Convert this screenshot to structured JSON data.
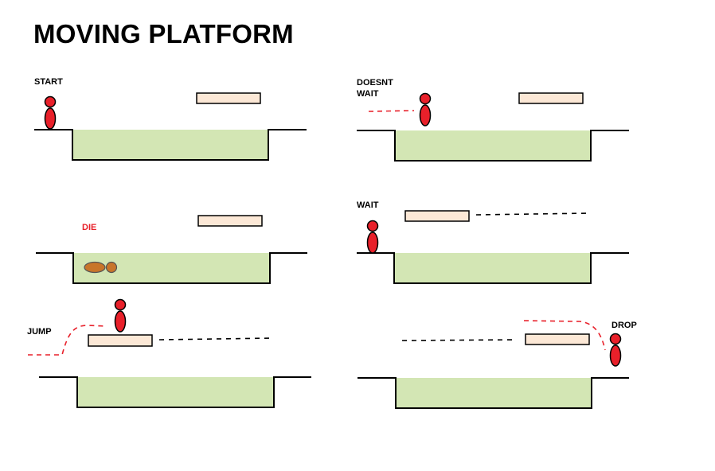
{
  "title": "MOVING PLATFORM",
  "panels": [
    {
      "id": "start",
      "label": "START",
      "label_color": "#000000"
    },
    {
      "id": "doesnt-wait",
      "label": "DOESNT\nWAIT",
      "label_color": "#000000"
    },
    {
      "id": "die",
      "label": "DIE",
      "label_color": "#e8202a"
    },
    {
      "id": "wait",
      "label": "WAIT",
      "label_color": "#000000"
    },
    {
      "id": "jump",
      "label": "JUMP",
      "label_color": "#000000"
    },
    {
      "id": "drop",
      "label": "DROP",
      "label_color": "#000000"
    }
  ],
  "colors": {
    "water": "#d3e6b4",
    "platform": "#fce8d6",
    "character": "#e8202a",
    "dead_character": "#c8752a",
    "motion_path_player": "#e8202a",
    "motion_path_platform": "#000000"
  }
}
